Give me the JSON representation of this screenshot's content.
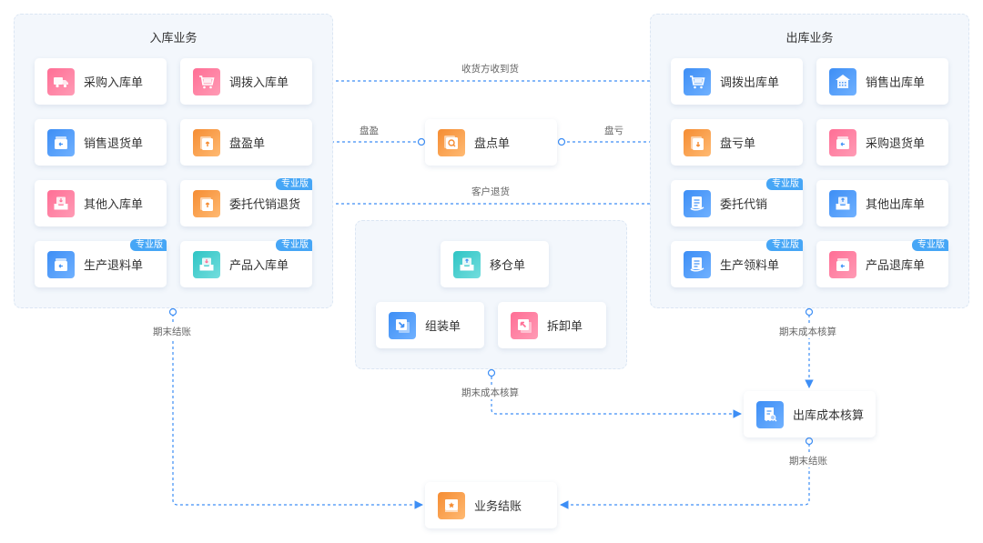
{
  "groups": {
    "inbound": {
      "title": "入库业务"
    },
    "outbound": {
      "title": "出库业务"
    }
  },
  "badge_label": "专业版",
  "inbound_cards": [
    {
      "label": "采购入库单",
      "icon": "truck-icon",
      "color": "pink",
      "pro": false
    },
    {
      "label": "调拨入库单",
      "icon": "cart-icon",
      "color": "pink",
      "pro": false
    },
    {
      "label": "销售退货单",
      "icon": "box-return-icon",
      "color": "blue",
      "pro": false
    },
    {
      "label": "盘盈单",
      "icon": "doc-up-icon",
      "color": "orange",
      "pro": false
    },
    {
      "label": "其他入库单",
      "icon": "inbox-down-icon",
      "color": "pink",
      "pro": false
    },
    {
      "label": "委托代销退货",
      "icon": "doc-up-icon",
      "color": "orange",
      "pro": true
    },
    {
      "label": "生产退料单",
      "icon": "box-return-icon",
      "color": "blue",
      "pro": true
    },
    {
      "label": "产品入库单",
      "icon": "inbox-down-icon",
      "color": "teal",
      "pro": true
    }
  ],
  "outbound_cards": [
    {
      "label": "调拨出库单",
      "icon": "cart-icon",
      "color": "blue",
      "pro": false
    },
    {
      "label": "销售出库单",
      "icon": "building-icon",
      "color": "blue",
      "pro": false
    },
    {
      "label": "盘亏单",
      "icon": "doc-down-icon",
      "color": "orange",
      "pro": false
    },
    {
      "label": "采购退货单",
      "icon": "box-return-icon",
      "color": "pink",
      "pro": false
    },
    {
      "label": "委托代销",
      "icon": "list-hand-icon",
      "color": "blue",
      "pro": true
    },
    {
      "label": "其他出库单",
      "icon": "inbox-up-icon",
      "color": "blue",
      "pro": false
    },
    {
      "label": "生产领料单",
      "icon": "list-hand-icon",
      "color": "blue",
      "pro": true
    },
    {
      "label": "产品退库单",
      "icon": "box-return-icon",
      "color": "pink",
      "pro": true
    }
  ],
  "center": {
    "stocktake": {
      "label": "盘点单",
      "icon": "search-doc-icon",
      "color": "orange"
    },
    "transfer": {
      "label": "移仓单",
      "icon": "inbox-up-icon",
      "color": "teal"
    },
    "assemble": {
      "label": "组装单",
      "icon": "arrow-in-icon",
      "color": "blue"
    },
    "disassemble": {
      "label": "拆卸单",
      "icon": "arrow-out-icon",
      "color": "pink"
    },
    "outbound_cost": {
      "label": "出库成本核算",
      "icon": "receipt-search-icon",
      "color": "blue"
    },
    "closing": {
      "label": "业务结账",
      "icon": "book-star-icon",
      "color": "orange"
    }
  },
  "flow_labels": {
    "receiver_received": "收货方收到货",
    "surplus": "盘盈",
    "shortage": "盘亏",
    "customer_return": "客户退货",
    "inbound_period_close": "期末结账",
    "center_period_cost": "期末成本核算",
    "outbound_period_cost": "期末成本核算",
    "cost_period_close": "期末结账"
  },
  "colors": {
    "line": "#3d8ef5",
    "pink": "#ff7aa0",
    "blue": "#4a97f7",
    "orange": "#f79a44",
    "teal": "#3fcaca",
    "badge": "#46a6f6"
  }
}
